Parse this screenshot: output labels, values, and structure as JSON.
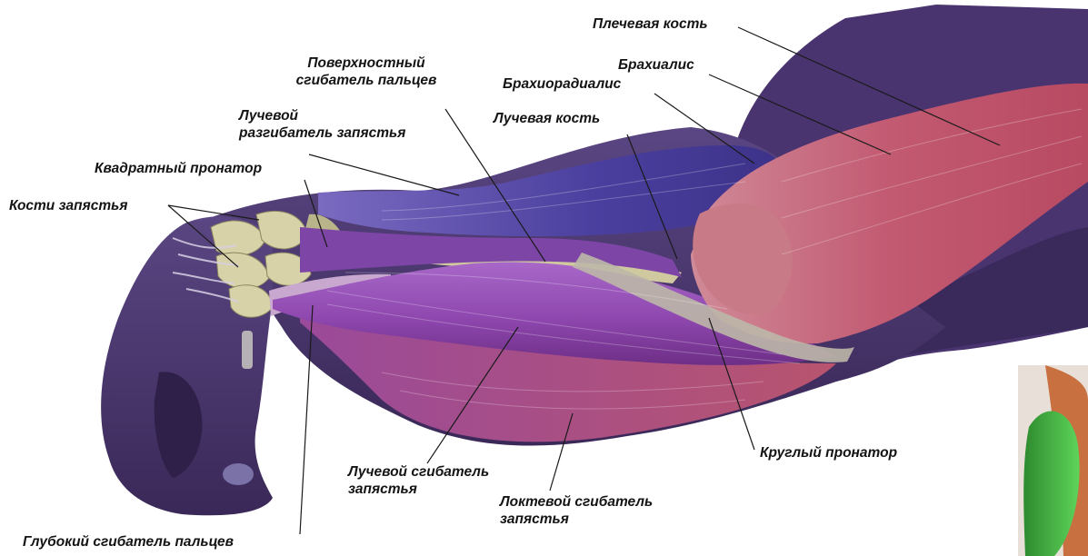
{
  "labels": {
    "humerus": "Плечевая кость",
    "brachialis": "Брахиалис",
    "brachioradialis": "Брахиорадиалис",
    "radius": "Лучевая кость",
    "fds_line1": "Поверхностный",
    "fds_line2": "сгибатель пальцев",
    "ecr_line1": "Лучевой",
    "ecr_line2": "разгибатель запястья",
    "pronator_quadratus": "Квадратный пронатор",
    "carpal_bones": "Кости запястья",
    "pronator_teres": "Круглый пронатор",
    "fcr_line1": "Лучевой сгибатель",
    "fcr_line2": "запястья",
    "fcu_line1": "Локтевой сгибатель",
    "fcu_line2": "запястья",
    "fdp": "Глубокий сгибатель пальцев"
  },
  "colors": {
    "skin": "#4e3a70",
    "skin_dark": "#3a2858",
    "purple_muscle": "#9a55b8",
    "blue_muscle": "#4a3f9e",
    "red_muscle": "#c25a72",
    "bone": "#d8d2a8",
    "tendon": "#bdb7a8",
    "leader_line": "#1a1a1a"
  }
}
